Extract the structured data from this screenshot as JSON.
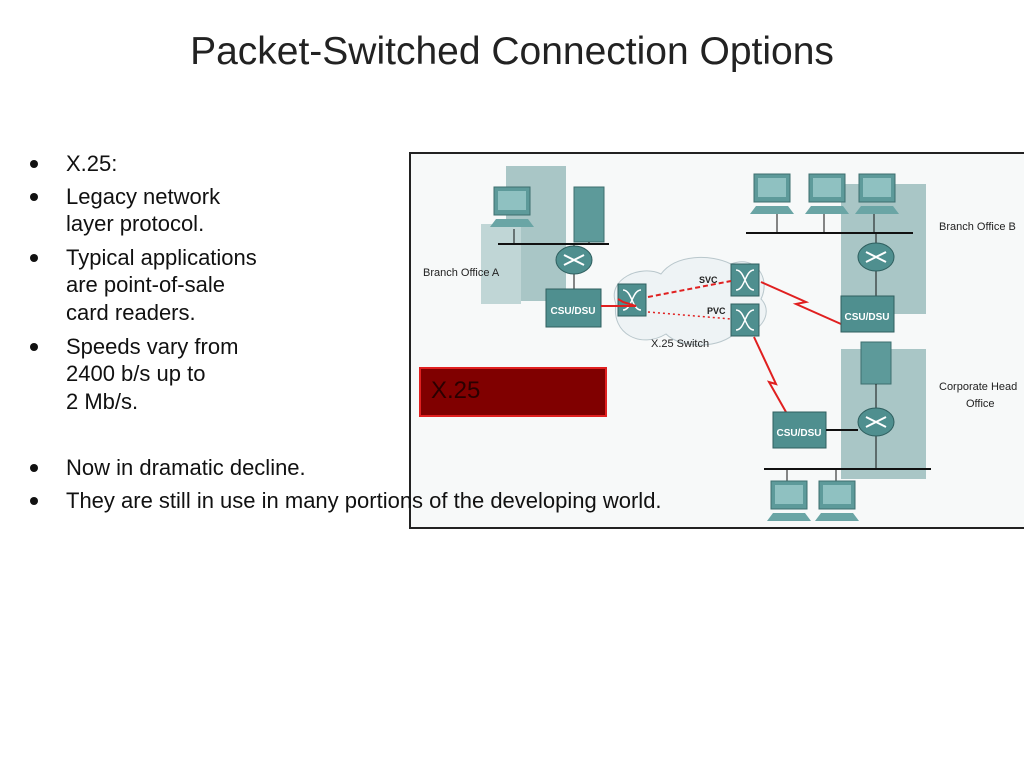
{
  "title": "Packet-Switched Connection Options",
  "bullets": [
    [
      "X.25:"
    ],
    [
      "Legacy network",
      "layer protocol."
    ],
    [
      "Typical applications",
      "are point-of-sale",
      "card readers."
    ],
    [
      "Speeds vary from",
      "2400 b/s up to",
      "2 Mb/s."
    ],
    [
      "Now in dramatic decline."
    ],
    [
      "They are still in use in many portions of the developing world."
    ]
  ],
  "diagram": {
    "banner": "X.25",
    "branch_a": "Branch Office A",
    "branch_b": "Branch Office B",
    "hq_line1": "Corporate Head",
    "hq_line2": "Office",
    "csu": "CSU/DSU",
    "svc": "SVC",
    "pvc": "PVC",
    "switch_label": "X.25 Switch",
    "colors": {
      "teal": "#4f8f8f",
      "link": "#e02020",
      "banner": "#800000"
    }
  }
}
